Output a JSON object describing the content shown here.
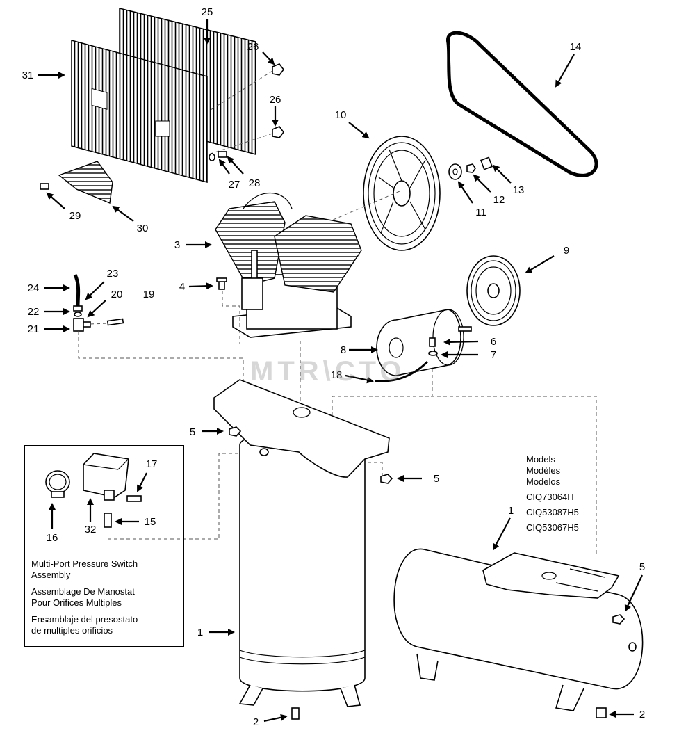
{
  "models": {
    "heading_en": "Models",
    "heading_fr": "Modèles",
    "heading_es": "Modelos",
    "list": [
      "CIQ73064H",
      "CIQ53087H5",
      "CIQ53067H5"
    ]
  },
  "inset": {
    "title_en_1": "Multi-Port Pressure Switch",
    "title_en_2": "Assembly",
    "title_fr_1": "Assemblage De Manostat",
    "title_fr_2": "Pour Orifices Multiples",
    "title_es_1": "Ensamblaje del presostato",
    "title_es_2": "de multiples orificios"
  },
  "watermark": "MTR\\CTO",
  "callouts": {
    "c25": "25",
    "c26a": "26",
    "c26b": "26",
    "c31": "31",
    "c27": "27",
    "c28": "28",
    "c29": "29",
    "c30": "30",
    "c14": "14",
    "c10": "10",
    "c11": "11",
    "c12": "12",
    "c13": "13",
    "c3": "3",
    "c9": "9",
    "c4": "4",
    "c23": "23",
    "c24": "24",
    "c20": "20",
    "c19": "19",
    "c22": "22",
    "c21": "21",
    "c6": "6",
    "c8": "8",
    "c7": "7",
    "c18": "18",
    "c5a": "5",
    "c5b": "5",
    "c5c": "5",
    "c17": "17",
    "c15": "15",
    "c16": "16",
    "c32": "32",
    "c1a": "1",
    "c1b": "1",
    "c2a": "2",
    "c2b": "2"
  }
}
